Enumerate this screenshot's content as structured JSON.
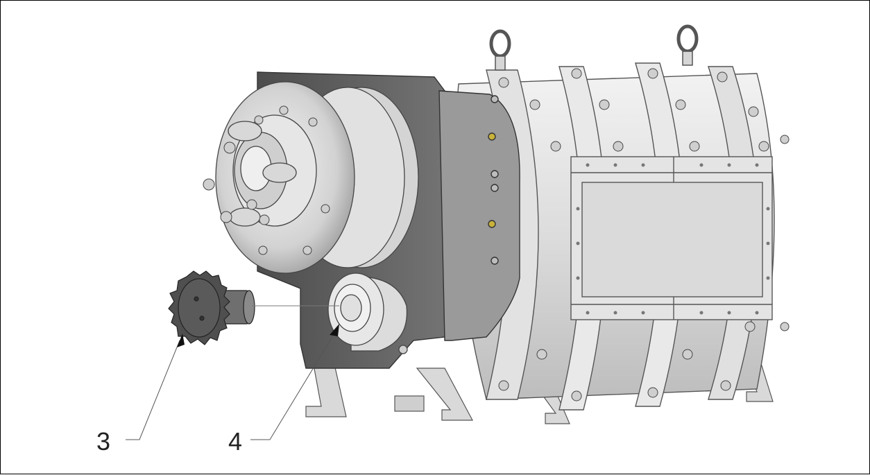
{
  "callouts": [
    {
      "id": "3",
      "label": "3",
      "part": "drive-coupling-gear"
    },
    {
      "id": "4",
      "label": "4",
      "part": "shaft-bore"
    }
  ],
  "colors": {
    "background": "#ffffff",
    "frame": "#000000",
    "metal_light": "#e6e6e6",
    "metal_mid": "#c9c9c9",
    "metal_dark": "#6e6e6e",
    "plate_dark": "#5c5c5c",
    "leader_line": "#555555"
  }
}
